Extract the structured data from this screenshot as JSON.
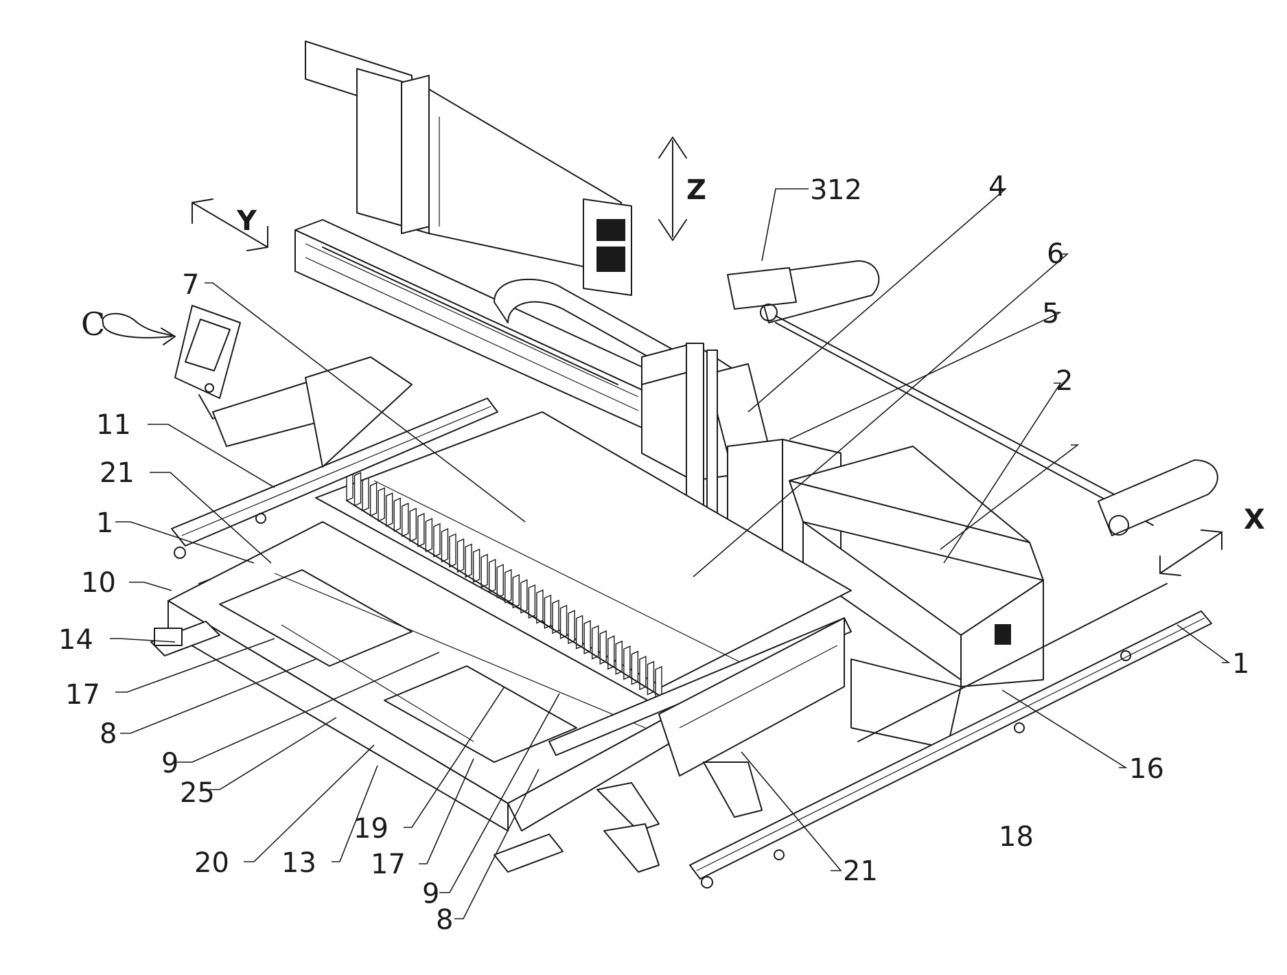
{
  "axes": {
    "x": "X",
    "y": "Y",
    "z": "Z"
  },
  "view_label": "C",
  "references": [
    {
      "id": "ref-3",
      "text": "3"
    },
    {
      "id": "ref-4",
      "text": "4"
    },
    {
      "id": "ref-6",
      "text": "6"
    },
    {
      "id": "ref-5",
      "text": "5"
    },
    {
      "id": "ref-12",
      "text": "12"
    },
    {
      "id": "ref-2",
      "text": "2"
    },
    {
      "id": "ref-7",
      "text": "7"
    },
    {
      "id": "ref-11",
      "text": "11"
    },
    {
      "id": "ref-21-left",
      "text": "21"
    },
    {
      "id": "ref-1-left",
      "text": "1"
    },
    {
      "id": "ref-10",
      "text": "10"
    },
    {
      "id": "ref-14",
      "text": "14"
    },
    {
      "id": "ref-17-left",
      "text": "17"
    },
    {
      "id": "ref-8-left",
      "text": "8"
    },
    {
      "id": "ref-9-left",
      "text": "9"
    },
    {
      "id": "ref-25",
      "text": "25"
    },
    {
      "id": "ref-20",
      "text": "20"
    },
    {
      "id": "ref-13",
      "text": "13"
    },
    {
      "id": "ref-19",
      "text": "19"
    },
    {
      "id": "ref-17-bottom",
      "text": "17"
    },
    {
      "id": "ref-9-bottom",
      "text": "9"
    },
    {
      "id": "ref-8-bottom",
      "text": "8"
    },
    {
      "id": "ref-21-bottom",
      "text": "21"
    },
    {
      "id": "ref-18",
      "text": "18"
    },
    {
      "id": "ref-16",
      "text": "16"
    },
    {
      "id": "ref-1-right",
      "text": "1"
    }
  ]
}
